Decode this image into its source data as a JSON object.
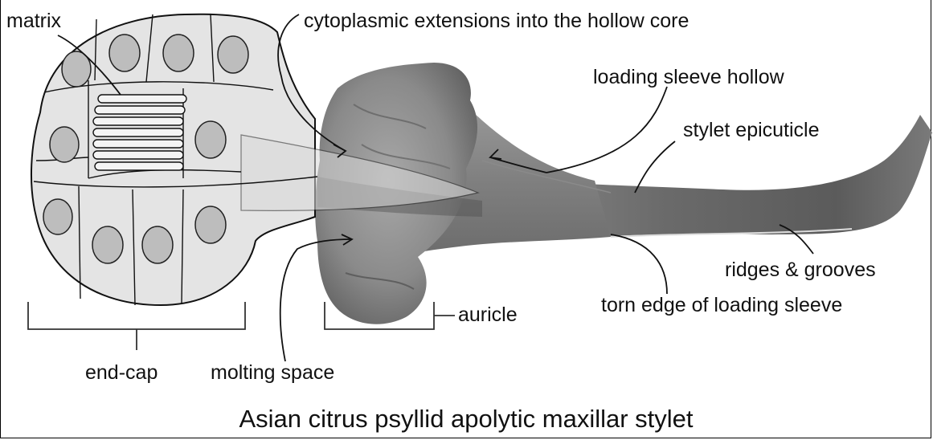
{
  "labels": {
    "matrix": "matrix",
    "cytoplasmic": "cytoplasmic extensions into the hollow core",
    "loading_hollow": "loading sleeve hollow",
    "epicuticle": "stylet epicuticle",
    "ridges": "ridges & grooves",
    "torn_edge": "torn edge of loading sleeve",
    "auricle": "auricle",
    "end_cap": "end-cap",
    "molting_space": "molting space"
  },
  "caption": "Asian citrus psyllid apolytic maxillar stylet",
  "colors": {
    "endcap_fill": "#e4e4e4",
    "nucleus_fill": "#bdbdbd",
    "stylet_dark": "#5a5a5a",
    "stylet_light": "#9a9a9a",
    "auricle": "#8c8c8c"
  }
}
